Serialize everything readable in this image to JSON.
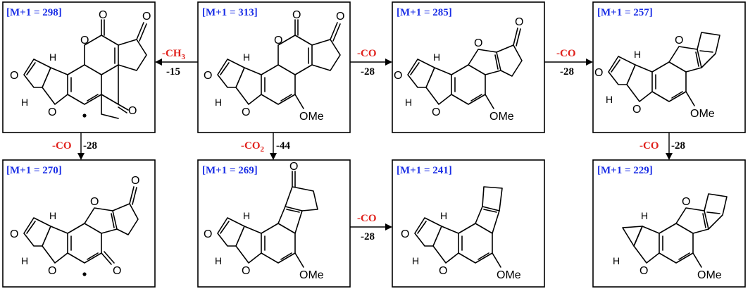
{
  "compounds": [
    {
      "id": "c298",
      "label": "[M+1 = 298]"
    },
    {
      "id": "c313",
      "label": "[M+1 = 313]"
    },
    {
      "id": "c285",
      "label": "[M+1 = 285]"
    },
    {
      "id": "c257",
      "label": "[M+1 = 257]"
    },
    {
      "id": "c270",
      "label": "[M+1 = 270]"
    },
    {
      "id": "c269",
      "label": "[M+1 = 269]"
    },
    {
      "id": "c241",
      "label": "[M+1 = 241]"
    },
    {
      "id": "c229",
      "label": "[M+1 = 229]"
    }
  ],
  "transitions": [
    {
      "from": "c313",
      "to": "c298",
      "loss": "-CH",
      "loss_sub": "3",
      "mass": "-15"
    },
    {
      "from": "c313",
      "to": "c285",
      "loss": "-CO",
      "loss_sub": "",
      "mass": "-28"
    },
    {
      "from": "c285",
      "to": "c257",
      "loss": "-CO",
      "loss_sub": "",
      "mass": "-28"
    },
    {
      "from": "c298",
      "to": "c270",
      "loss": "-CO",
      "loss_sub": "",
      "mass": "-28"
    },
    {
      "from": "c313",
      "to": "c269",
      "loss": "-CO",
      "loss_sub": "2",
      "mass": "-44"
    },
    {
      "from": "c269",
      "to": "c241",
      "loss": "-CO",
      "loss_sub": "",
      "mass": "-28"
    },
    {
      "from": "c257",
      "to": "c229",
      "loss": "-CO",
      "loss_sub": "",
      "mass": "-28"
    }
  ],
  "atom_labels": {
    "oxygen": "O",
    "hydrogen": "H",
    "methoxy": "OMe"
  }
}
